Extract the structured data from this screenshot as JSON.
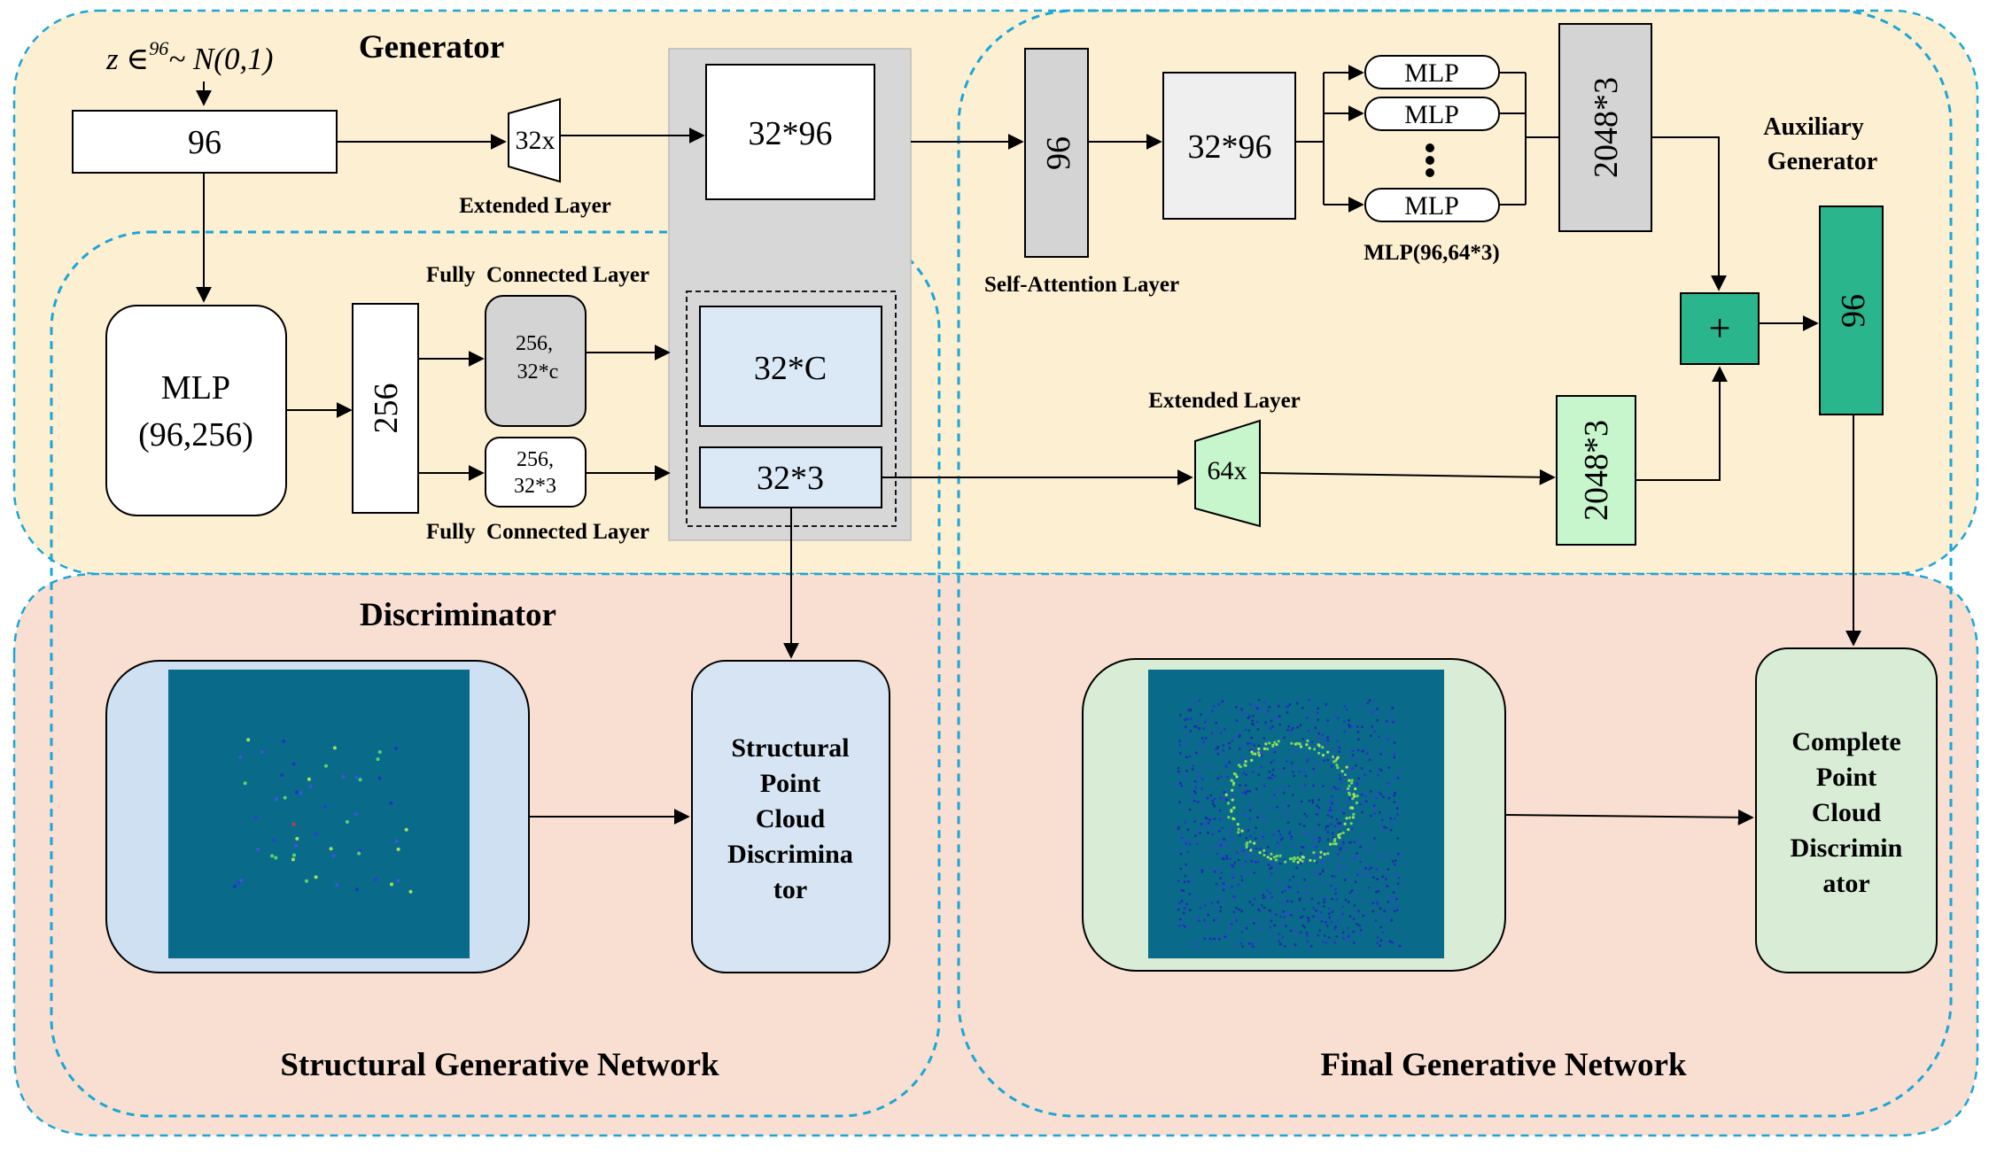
{
  "colors": {
    "generator_bg": "#fcefd2",
    "discriminator_bg": "#f9dfd1",
    "dashed_region": "#1aa6d6",
    "gray_panel": "#d7d7d7",
    "light_blue_box": "#dbe8f6",
    "light_gray_box": "#efefef",
    "mid_gray_box": "#d4d4d4",
    "light_green_box": "#c7f6cd",
    "teal_box": "#2ab58c",
    "panel_blue": "#cfe0f3",
    "panel_green": "#d8ecd6",
    "point_cloud_bg": "#0a6a8a"
  },
  "sections": {
    "generator": "Generator",
    "discriminator": "Discriminator",
    "structural_network": "Structural Generative Network",
    "final_network": "Final Generative Network",
    "auxiliary_generator_line1": "Auxiliary",
    "auxiliary_generator_line2": "Generator"
  },
  "input": {
    "z_prefix": "z ∈",
    "z_super": "96",
    "z_suffix": "~ N(0,1)",
    "vector": "96"
  },
  "extended_layer_top": {
    "box": "32x",
    "label": "Extended Layer"
  },
  "extended_layer_bottom": {
    "box": "64x",
    "label": "Extended Layer"
  },
  "mlp_main": {
    "line1": "MLP",
    "line2": "(96,256)"
  },
  "fc": {
    "vector": "256",
    "label_top": "Fully  Connected Layer",
    "label_bottom": "Fully  Connected Layer",
    "box_c_line1": "256,",
    "box_c_line2": "32*c",
    "box_3_line1": "256,",
    "box_3_line2": "32*3"
  },
  "gray_panel": {
    "top": "32*96",
    "mid": "32*C",
    "bottom": "32*3"
  },
  "self_attention": {
    "box": "96",
    "label": "Self-Attention Layer"
  },
  "feature_box": "32*96",
  "mlps": {
    "items": [
      "MLP",
      "MLP",
      "MLP"
    ],
    "label": "MLP(96,64*3)"
  },
  "output_top": "2048*3",
  "output_bottom": "2048*3",
  "plus": "+",
  "final_vector": "96",
  "discriminators": {
    "structural": [
      "Structural",
      "Point",
      "Cloud",
      "Discrimina",
      "tor"
    ],
    "complete": [
      "Complete",
      "Point",
      "Cloud",
      "Discrimin",
      "ator"
    ]
  }
}
